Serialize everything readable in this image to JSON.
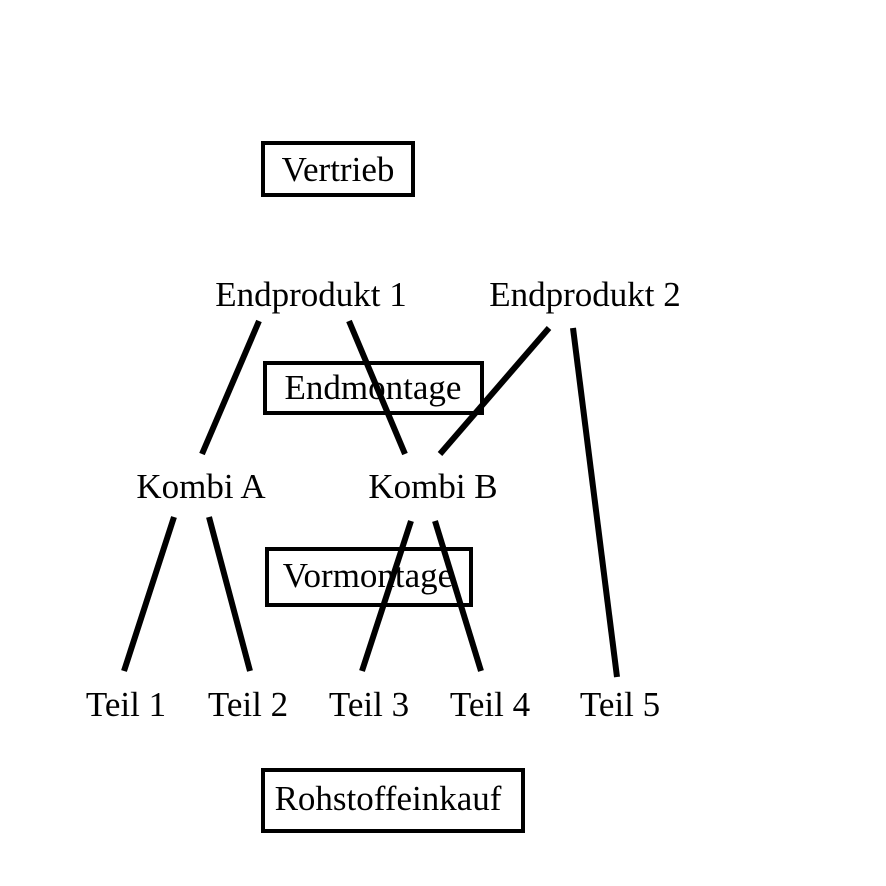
{
  "stages": {
    "vertrieb": "Vertrieb",
    "endmontage": "Endmontage",
    "vormontage": "Vormontage",
    "rohstoffeinkauf": "Rohstoffeinkauf"
  },
  "nodes": {
    "endprodukt_1": "Endprodukt 1",
    "endprodukt_2": "Endprodukt 2",
    "kombi_a": "Kombi A",
    "kombi_b": "Kombi B",
    "teil_1": "Teil 1",
    "teil_2": "Teil 2",
    "teil_3": "Teil 3",
    "teil_4": "Teil 4",
    "teil_5": "Teil 5"
  },
  "edges": [
    {
      "from": "Endprodukt 1",
      "to": "Kombi A"
    },
    {
      "from": "Endprodukt 1",
      "to": "Kombi B"
    },
    {
      "from": "Endprodukt 2",
      "to": "Kombi B"
    },
    {
      "from": "Endprodukt 2",
      "to": "Teil 5"
    },
    {
      "from": "Kombi A",
      "to": "Teil 1"
    },
    {
      "from": "Kombi A",
      "to": "Teil 2"
    },
    {
      "from": "Kombi B",
      "to": "Teil 3"
    },
    {
      "from": "Kombi B",
      "to": "Teil 4"
    }
  ],
  "colors": {
    "line": "#000000",
    "background": "#ffffff"
  }
}
